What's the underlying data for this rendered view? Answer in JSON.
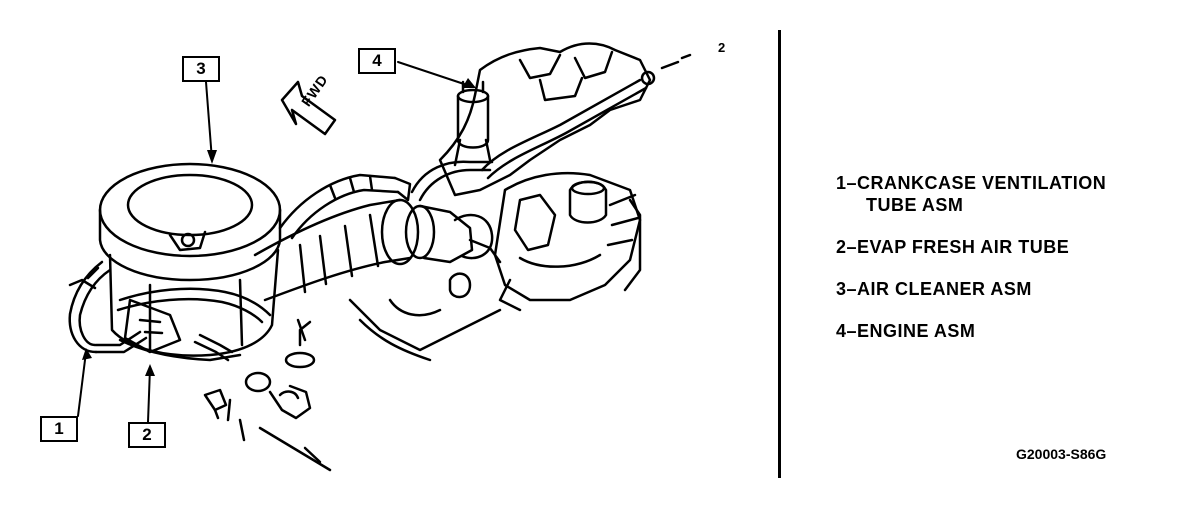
{
  "callouts": {
    "c1": "1",
    "c2": "2",
    "c3": "3",
    "c4": "4"
  },
  "direction_label": "FWD",
  "corner_mark": "2",
  "legend": {
    "item1_line1": "1–CRANKCASE VENTILATION",
    "item1_line2": "TUBE ASM",
    "item2": "2–EVAP FRESH AIR TUBE",
    "item3": "3–AIR CLEANER ASM",
    "item4": "4–ENGINE ASM"
  },
  "figure_id": "G20003-S86G",
  "colors": {
    "ink": "#000000",
    "paper": "#ffffff"
  },
  "icons": {
    "direction": "fwd-arrow-icon"
  }
}
